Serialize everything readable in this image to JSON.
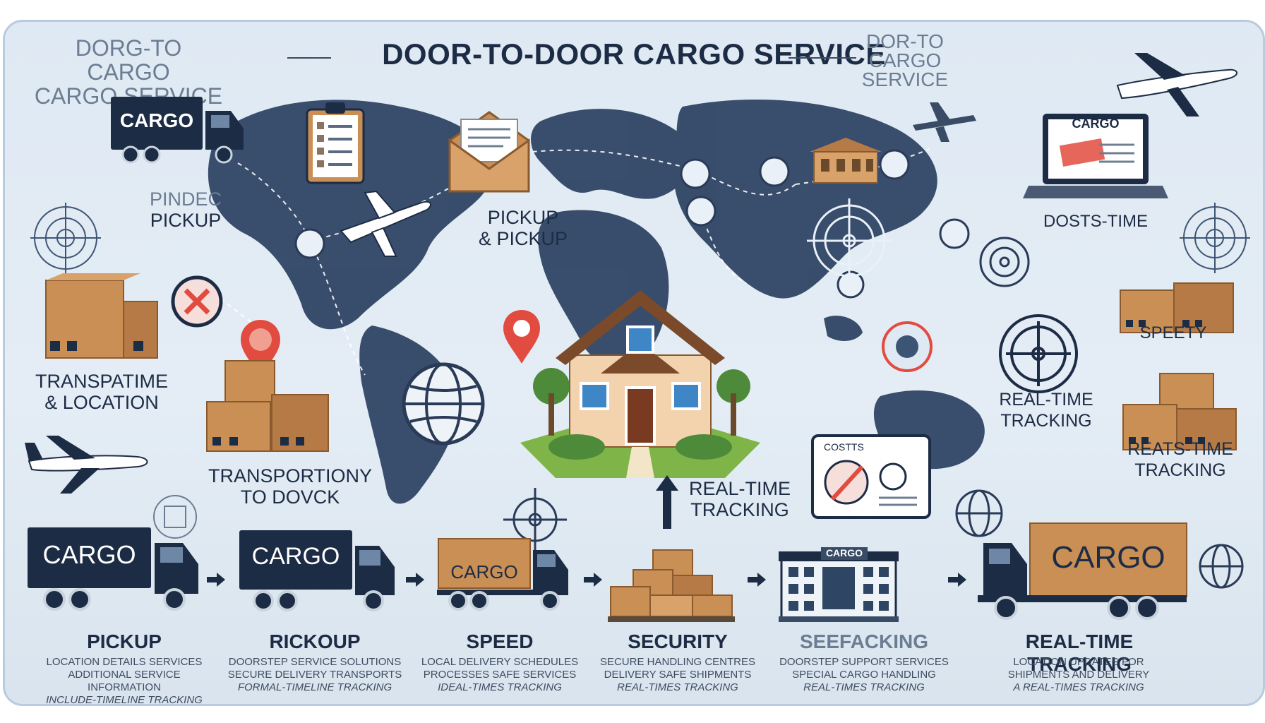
{
  "title": "DOOR-TO-DOOR CARGO SERVICE",
  "corner_left": [
    "DORG-TO CARGO",
    "CARGO SERVICE"
  ],
  "corner_right": [
    "DOR-TO",
    "CARGO",
    "SERVICE"
  ],
  "map_labels": {
    "left_pickup": [
      "PINDEC",
      "PICKUP"
    ],
    "center_pickup": [
      "PICKUP",
      "& PICKUP"
    ],
    "transpatime": [
      "TRANSPATIME",
      "& LOCATION"
    ],
    "transportion": [
      "TRANSPORTIONY",
      "TO DOVCK"
    ],
    "realtime_center": [
      "REAL-TIME",
      "TRACKING"
    ],
    "dosts_time": "DOSTS-TIME",
    "speety": "SPEETY",
    "realtime_right": [
      "REAL-TIME",
      "TRACKING"
    ],
    "reats_time": [
      "REATS-TIME",
      "TRACKING"
    ],
    "costs_card": "COSTTS"
  },
  "truck_labels": {
    "top_left": "CARGO",
    "laptop": "CARGO",
    "warehouse": "CARGO"
  },
  "steps": [
    {
      "truck": "CARGO",
      "title": "PICKUP",
      "desc": [
        "LOCATION DETAILS SERVICES",
        "ADDITIONAL SERVICE INFORMATION",
        "INCLUDE-TIMELINE TRACKING"
      ]
    },
    {
      "truck": "CARGO",
      "title": "RICKOUP",
      "desc": [
        "DOORSTEP SERVICE SOLUTIONS",
        "SECURE DELIVERY TRANSPORTS",
        "FORMAL-TIMELINE TRACKING"
      ]
    },
    {
      "truck": "CARGO",
      "title": "SPEED",
      "desc": [
        "LOCAL DELIVERY SCHEDULES",
        "PROCESSES SAFE SERVICES",
        "IDEAL-TIMES TRACKING"
      ]
    },
    {
      "truck": "",
      "title": "SECURITY",
      "desc": [
        "SECURE HANDLING CENTRES",
        "DELIVERY SAFE SHIPMENTS",
        "REAL-TIMES TRACKING"
      ]
    },
    {
      "truck": "CARGO",
      "title": "SEEFACKING",
      "desc": [
        "DOORSTEP SUPPORT SERVICES",
        "SPECIAL CARGO HANDLING",
        "REAL-TIMES TRACKING"
      ]
    },
    {
      "truck": "CARGO",
      "title": "REAL-TIME TRACKING",
      "desc": [
        "LOCATION UPDATES FOR",
        "SHIPMENTS AND DELIVERY",
        "A REAL-TIMES TRACKING"
      ]
    }
  ],
  "icons": [
    "truck-icon",
    "clipboard-icon",
    "envelope-icon",
    "airplane-icon",
    "globe-icon",
    "house-icon",
    "map-pin-icon",
    "target-icon",
    "box-icon",
    "laptop-icon",
    "warehouse-icon",
    "building-icon"
  ],
  "colors": {
    "navy": "#1d2c45",
    "map": "#2f4564",
    "box": "#c98f55",
    "background": "#dfe9f3",
    "accent_red": "#e24b40"
  }
}
